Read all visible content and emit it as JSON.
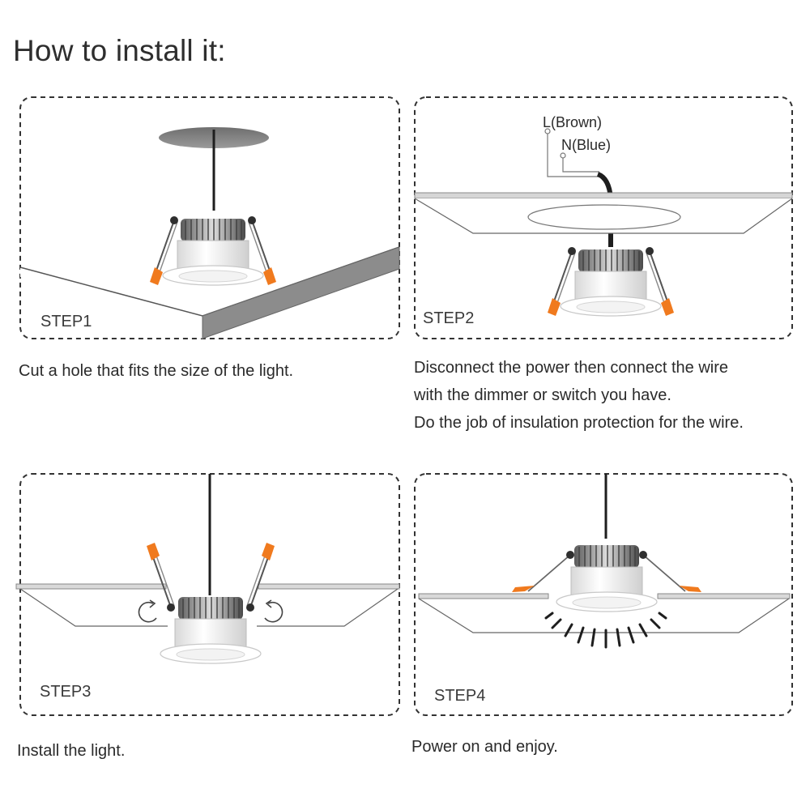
{
  "title": "How to install it:",
  "steps": [
    {
      "label": "STEP1",
      "caption_lines": [
        "Cut a hole that fits the size of the light."
      ]
    },
    {
      "label": "STEP2",
      "caption_lines": [
        "Disconnect the power then connect the wire",
        "with the dimmer or switch you have.",
        "Do the job of insulation protection for the wire."
      ],
      "wire_labels": [
        "L(Brown)",
        "N(Blue)"
      ]
    },
    {
      "label": "STEP3",
      "caption_lines": [
        "Install the light."
      ]
    },
    {
      "label": "STEP4",
      "caption_lines": [
        "Power on and enjoy."
      ]
    }
  ],
  "colors": {
    "clip_orange": "#f07a1e",
    "ceiling_fill": "#ffffff",
    "ceiling_edge": "#8a8a8a",
    "dashed_border": "#333333"
  }
}
